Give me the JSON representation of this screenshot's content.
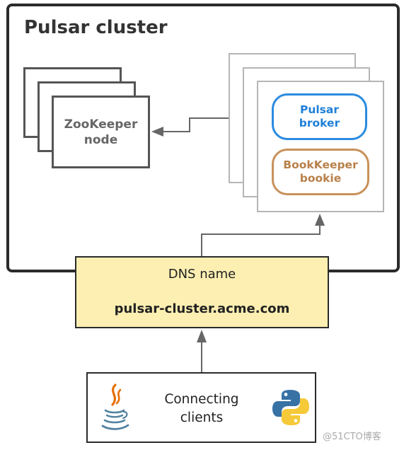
{
  "cluster": {
    "title": "Pulsar cluster"
  },
  "zookeeper": {
    "label_line1": "ZooKeeper",
    "label_line2": "node"
  },
  "node": {
    "broker_line1": "Pulsar",
    "broker_line2": "broker",
    "bookie_line1": "BookKeeper",
    "bookie_line2": "bookie"
  },
  "dns": {
    "title": "DNS name",
    "hostname": "pulsar-cluster.acme.com"
  },
  "clients": {
    "label_line1": "Connecting",
    "label_line2": "clients",
    "left_icon": "java-icon",
    "right_icon": "python-icon"
  },
  "watermark": "@51CTO博客",
  "colors": {
    "broker": "#2a8be0",
    "bookie": "#c8915a",
    "dns_fill": "#fdefb2",
    "python_blue": "#3872a5",
    "python_yellow": "#f5c938",
    "java_blue": "#5382a1",
    "java_orange": "#e76f00"
  }
}
